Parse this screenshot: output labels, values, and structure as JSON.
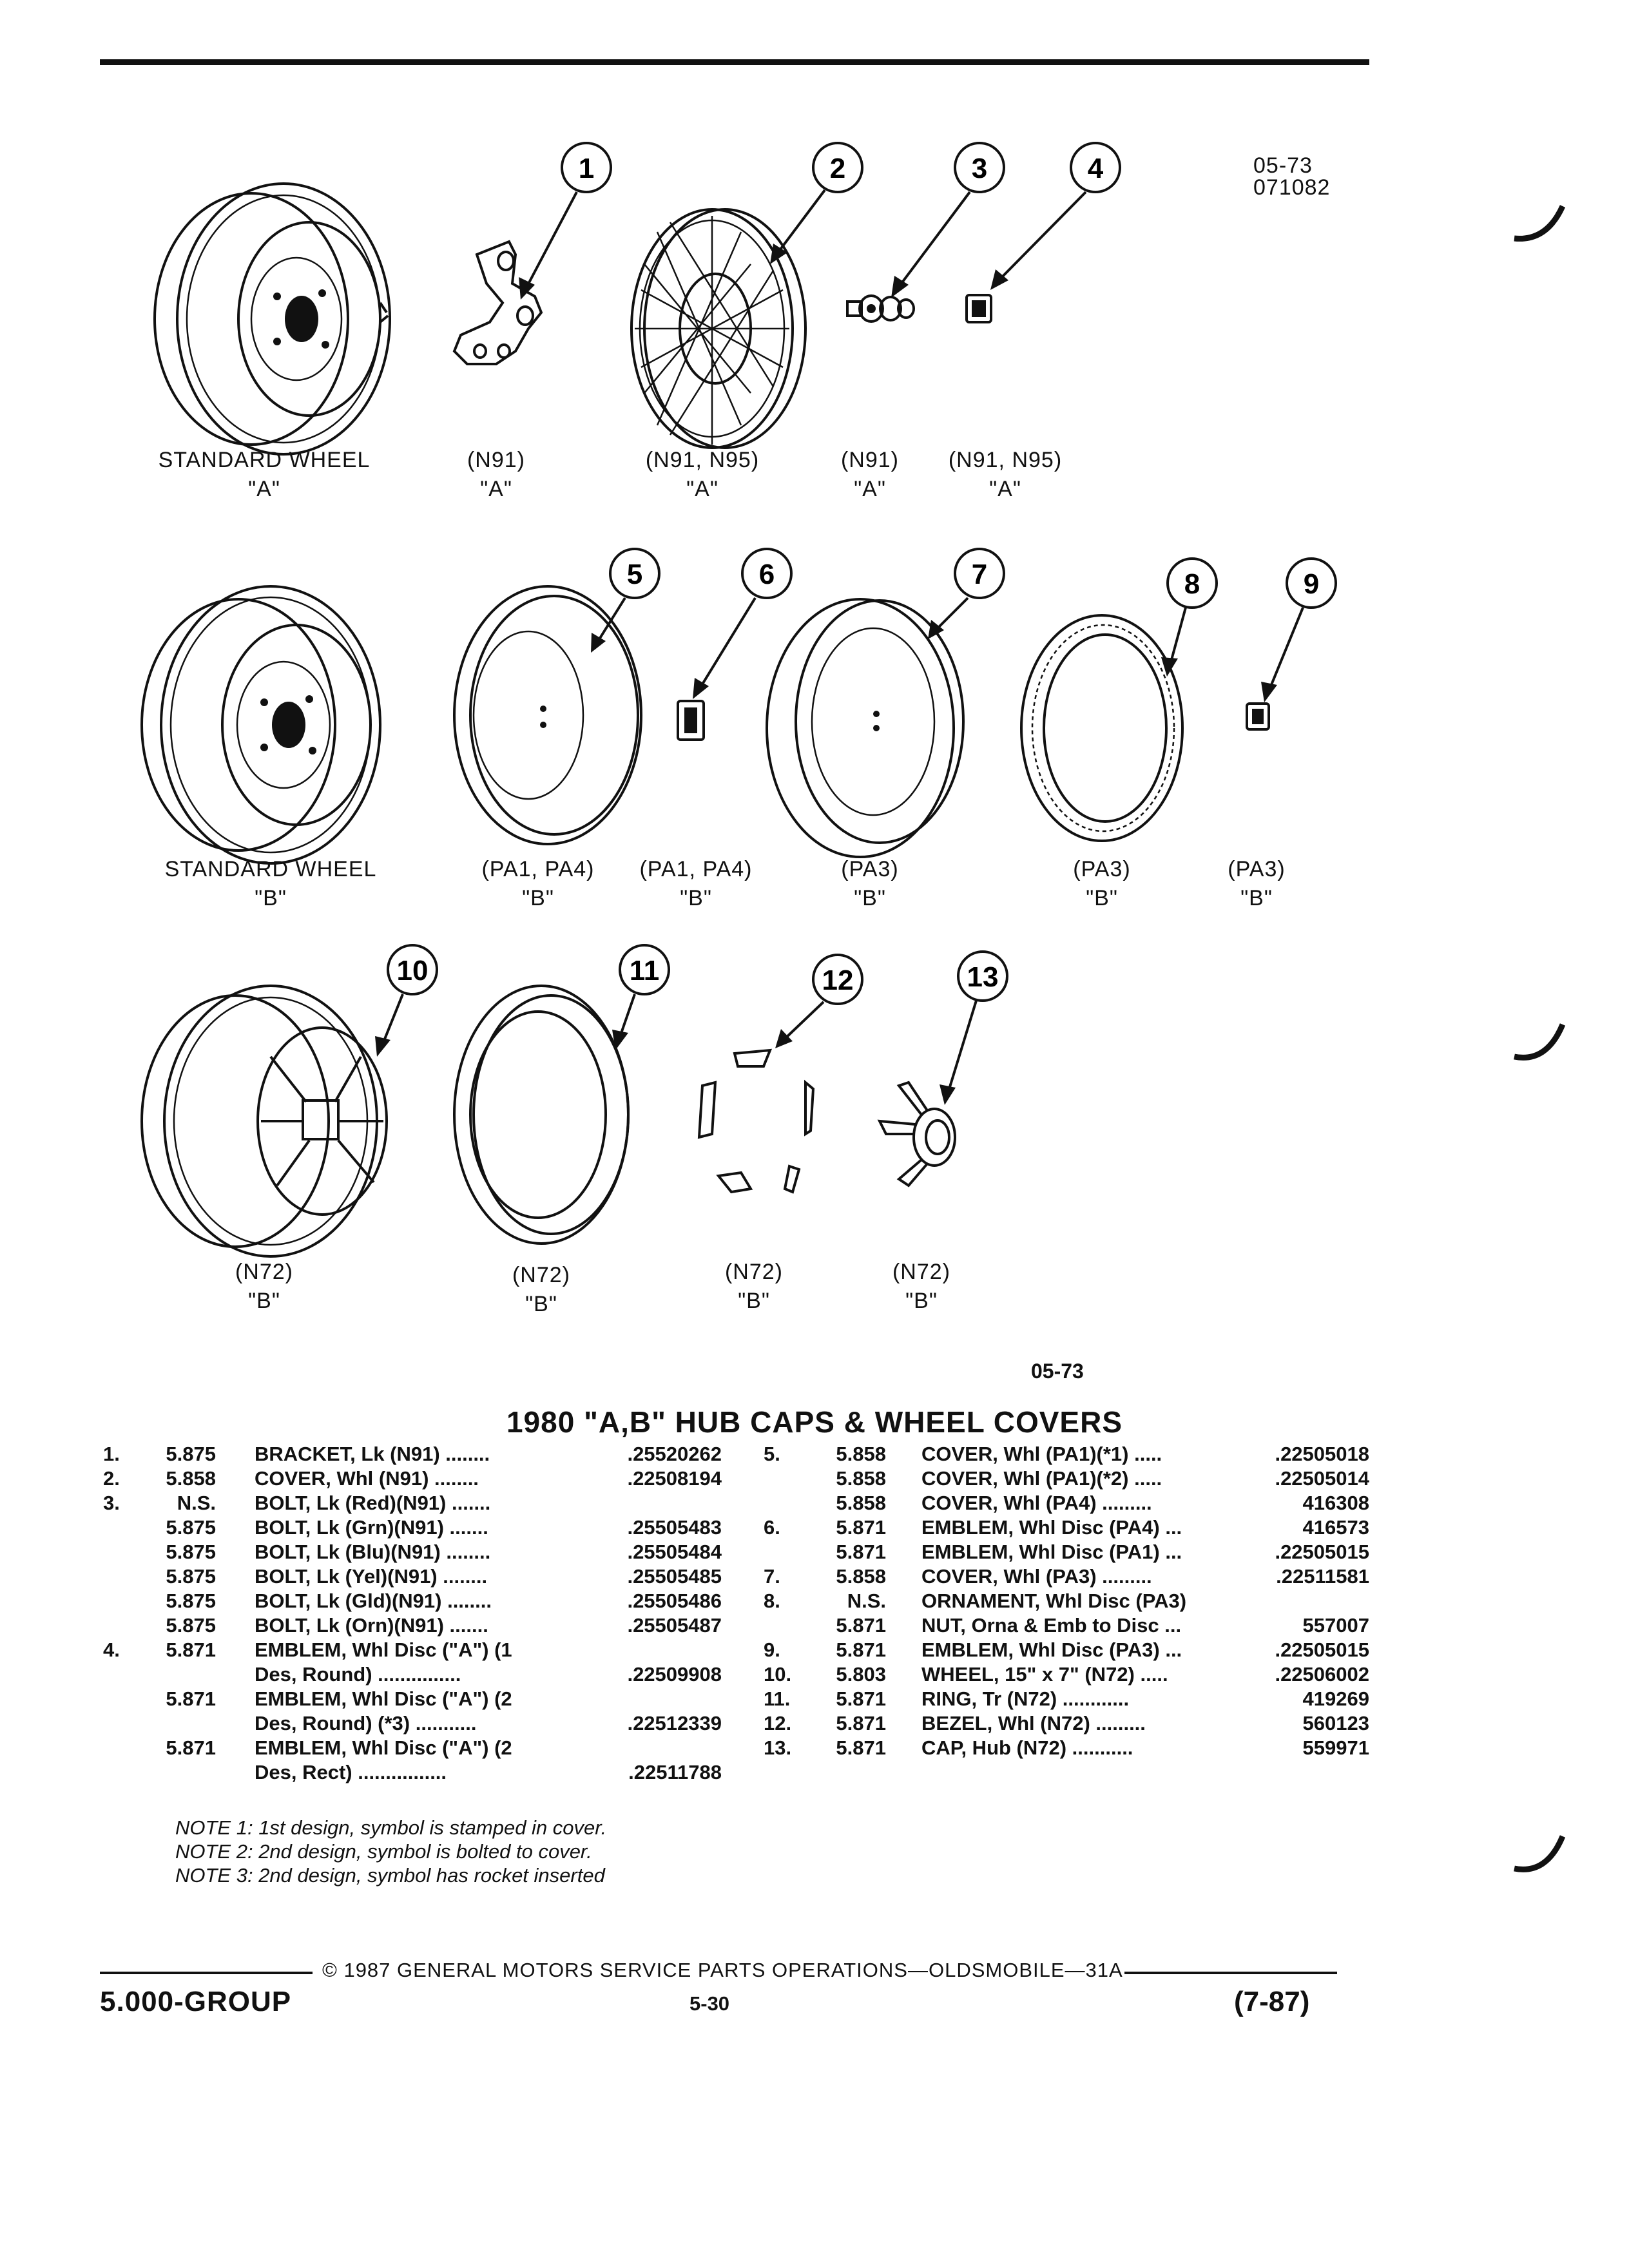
{
  "header": {
    "code_line1": "05-73",
    "code_line2": "071082"
  },
  "illustration_code": "05-73",
  "callouts": [
    "1",
    "2",
    "3",
    "4",
    "5",
    "6",
    "7",
    "8",
    "9",
    "10",
    "11",
    "12",
    "13"
  ],
  "figure_labels": [
    {
      "line1": "STANDARD WHEEL",
      "line2": "\"A\""
    },
    {
      "line1": "(N91)",
      "line2": "\"A\""
    },
    {
      "line1": "(N91, N95)",
      "line2": "\"A\""
    },
    {
      "line1": "(N91)",
      "line2": "\"A\""
    },
    {
      "line1": "(N91, N95)",
      "line2": "\"A\""
    },
    {
      "line1": "STANDARD WHEEL",
      "line2": "\"B\""
    },
    {
      "line1": "(PA1, PA4)",
      "line2": "\"B\""
    },
    {
      "line1": "(PA1, PA4)",
      "line2": "\"B\""
    },
    {
      "line1": "(PA3)",
      "line2": "\"B\""
    },
    {
      "line1": "(PA3)",
      "line2": "\"B\""
    },
    {
      "line1": "(PA3)",
      "line2": "\"B\""
    },
    {
      "line1": "(N72)",
      "line2": "\"B\""
    },
    {
      "line1": "(N72)",
      "line2": "\"B\""
    },
    {
      "line1": "(N72)",
      "line2": "\"B\""
    },
    {
      "line1": "(N72)",
      "line2": "\"B\""
    }
  ],
  "title": "1980 \"A,B\" HUB CAPS & WHEEL COVERS",
  "parts_left": [
    {
      "num": "1.",
      "code": "5.875",
      "desc": "BRACKET, Lk (N91) ........",
      "part": ".25520262"
    },
    {
      "num": "2.",
      "code": "5.858",
      "desc": "COVER, Whl (N91) ........",
      "part": ".22508194"
    },
    {
      "num": "3.",
      "code": "N.S.",
      "desc": "BOLT, Lk (Red)(N91) .......",
      "part": ""
    },
    {
      "num": "",
      "code": "5.875",
      "desc": "BOLT, Lk (Grn)(N91) .......",
      "part": ".25505483"
    },
    {
      "num": "",
      "code": "5.875",
      "desc": "BOLT, Lk (Blu)(N91) ........",
      "part": ".25505484"
    },
    {
      "num": "",
      "code": "5.875",
      "desc": "BOLT, Lk (Yel)(N91) ........",
      "part": ".25505485"
    },
    {
      "num": "",
      "code": "5.875",
      "desc": "BOLT, Lk (Gld)(N91) ........",
      "part": ".25505486"
    },
    {
      "num": "",
      "code": "5.875",
      "desc": "BOLT, Lk (Orn)(N91) .......",
      "part": ".25505487"
    },
    {
      "num": "4.",
      "code": "5.871",
      "desc": "EMBLEM, Whl Disc (\"A\") (1",
      "part": ""
    },
    {
      "num": "",
      "code": "",
      "desc": "Des, Round) ...............",
      "part": ".22509908"
    },
    {
      "num": "",
      "code": "5.871",
      "desc": "EMBLEM, Whl Disc (\"A\") (2",
      "part": ""
    },
    {
      "num": "",
      "code": "",
      "desc": "Des, Round) (*3) ...........",
      "part": ".22512339"
    },
    {
      "num": "",
      "code": "5.871",
      "desc": "EMBLEM, Whl Disc (\"A\") (2",
      "part": ""
    },
    {
      "num": "",
      "code": "",
      "desc": "Des, Rect) ................",
      "part": ".22511788"
    }
  ],
  "parts_right": [
    {
      "num": "5.",
      "code": "5.858",
      "desc": "COVER, Whl (PA1)(*1) .....",
      "part": ".22505018"
    },
    {
      "num": "",
      "code": "5.858",
      "desc": "COVER, Whl (PA1)(*2) .....",
      "part": ".22505014"
    },
    {
      "num": "",
      "code": "5.858",
      "desc": "COVER, Whl (PA4) .........",
      "part": "416308"
    },
    {
      "num": "6.",
      "code": "5.871",
      "desc": "EMBLEM, Whl Disc (PA4) ...",
      "part": "416573"
    },
    {
      "num": "",
      "code": "5.871",
      "desc": "EMBLEM, Whl Disc (PA1) ...",
      "part": ".22505015"
    },
    {
      "num": "7.",
      "code": "5.858",
      "desc": "COVER, Whl (PA3) .........",
      "part": ".22511581"
    },
    {
      "num": "8.",
      "code": "N.S.",
      "desc": "ORNAMENT, Whl Disc (PA3)",
      "part": ""
    },
    {
      "num": "",
      "code": "5.871",
      "desc": "NUT, Orna & Emb to Disc ...",
      "part": "557007"
    },
    {
      "num": "9.",
      "code": "5.871",
      "desc": "EMBLEM, Whl Disc (PA3) ...",
      "part": ".22505015"
    },
    {
      "num": "10.",
      "code": "5.803",
      "desc": "WHEEL, 15\" x 7\" (N72) .....",
      "part": ".22506002"
    },
    {
      "num": "11.",
      "code": "5.871",
      "desc": "RING, Tr (N72) ............",
      "part": "419269"
    },
    {
      "num": "12.",
      "code": "5.871",
      "desc": "BEZEL, Whl (N72) .........",
      "part": "560123"
    },
    {
      "num": "13.",
      "code": "5.871",
      "desc": "CAP, Hub (N72) ...........",
      "part": "559971"
    }
  ],
  "notes": [
    "NOTE 1: 1st design, symbol is stamped in cover.",
    "NOTE 2: 2nd design, symbol is bolted to cover.",
    "NOTE 3: 2nd design, symbol has rocket inserted"
  ],
  "footer": {
    "copyright": "© 1987 GENERAL MOTORS SERVICE PARTS OPERATIONS—OLDSMOBILE—31A",
    "group": "5.000-GROUP",
    "page": "5-30",
    "date": "(7-87)"
  }
}
